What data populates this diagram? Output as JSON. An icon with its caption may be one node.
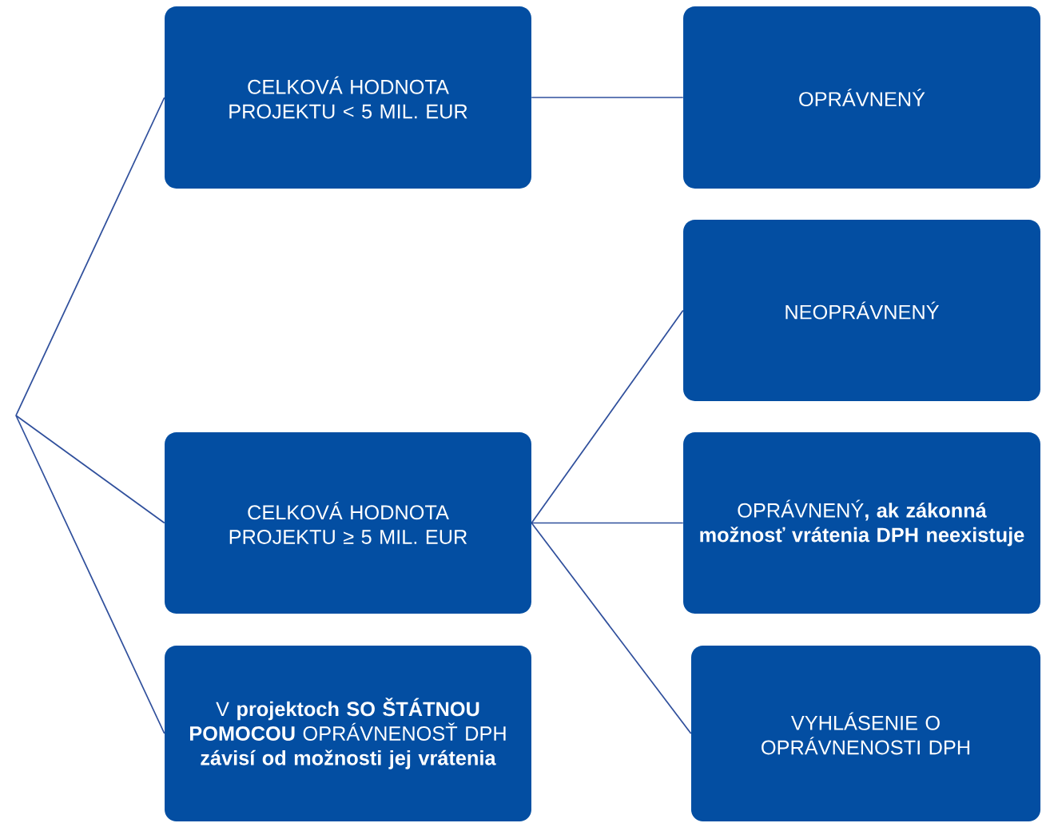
{
  "diagram": {
    "nodes": [
      {
        "text": [
          "CELKOVÁ HODNOTA PROJEKTU < 5 MIL. EUR"
        ]
      },
      {
        "text": [
          "OPRÁVNENÝ"
        ]
      },
      {
        "text": [
          "NEOPRÁVNENÝ"
        ]
      },
      {
        "text": [
          "CELKOVÁ HODNOTA PROJEKTU ≥ 5 MIL. EUR"
        ]
      },
      {
        "text": [
          "OPRÁVNENÝ**, ak zákonná možnosť vrátenia DPH neexistuje**"
        ]
      },
      {
        "text": [
          "V **projektoch SO ŠTÁTNOU POMOCOU** OPRÁVNENOSŤ DPH **závisí od možnosti jej vrátenia**"
        ]
      },
      {
        "text": [
          "VYHLÁSENIE O OPRÁVNENOSTI DPH"
        ]
      }
    ],
    "edges": [
      {
        "from": null,
        "to": 0,
        "arrow": "none"
      },
      {
        "from": null,
        "to": 3,
        "arrow": "none"
      },
      {
        "from": null,
        "to": 5,
        "arrow": "none"
      },
      {
        "from": 0,
        "to": 1,
        "arrow": "none"
      },
      {
        "from": 3,
        "to": 2,
        "arrow": "none"
      },
      {
        "from": 3,
        "to": 4,
        "arrow": "none"
      },
      {
        "from": 3,
        "to": 6,
        "arrow": "none"
      }
    ]
  }
}
